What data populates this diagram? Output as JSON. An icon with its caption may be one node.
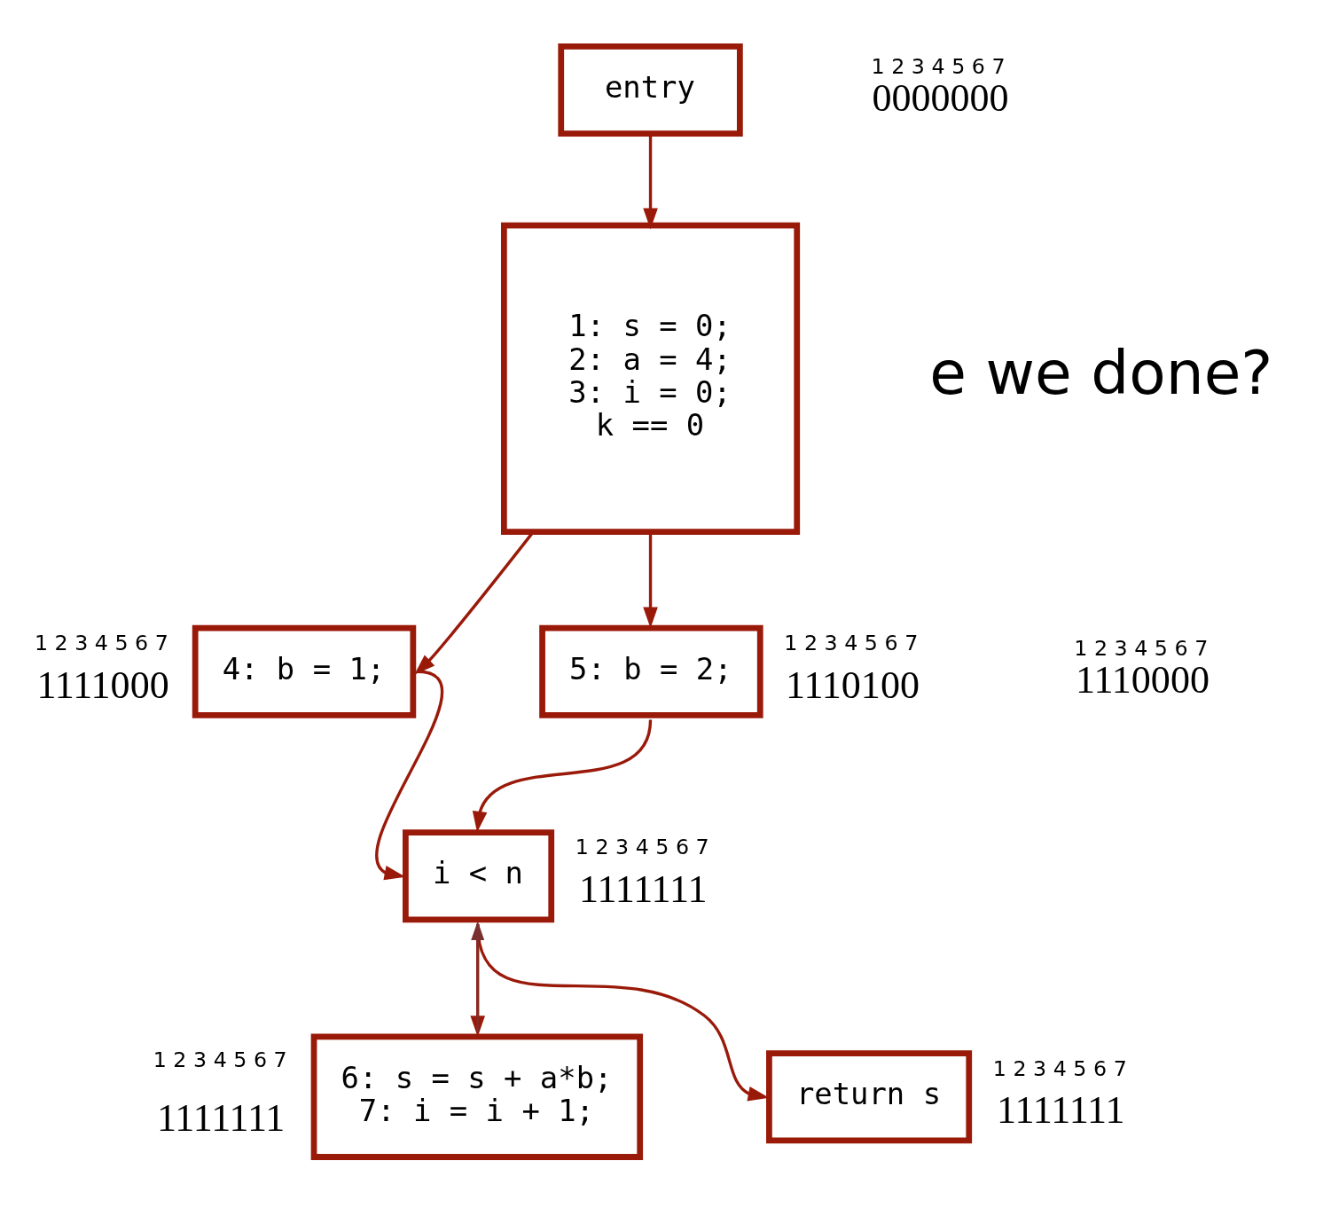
{
  "diagram": {
    "nodes": [
      {
        "text": [
          "entry"
        ]
      },
      {
        "text": [
          "1: s = 0;",
          "2: a = 4;",
          "3: i = 0;",
          "k == 0"
        ]
      },
      {
        "text": [
          "4: b = 1;"
        ],
        "beside": [
          "1 2 3 4 5 6 7",
          "1111000"
        ]
      },
      {
        "text": [
          "5: b = 2;"
        ],
        "beside": [
          "1 2 3 4 5 6 7",
          "1110100"
        ]
      },
      {
        "text": [
          "i < n"
        ],
        "beside": [
          "1 2 3 4 5 6 7",
          "1111111"
        ]
      },
      {
        "text": [
          "6: s = s + a*b;",
          "7: i = i + 1;"
        ],
        "beside": [
          "1 2 3 4 5 6 7",
          "1111111"
        ]
      },
      {
        "text": [
          "return s"
        ],
        "beside": [
          "1 2 3 4 5 6 7",
          "1111111"
        ]
      }
    ],
    "edges": [
      {
        "from": 0,
        "to": 1,
        "arrow": "to"
      },
      {
        "from": 1,
        "to": 2,
        "arrow": "to"
      },
      {
        "from": 1,
        "to": 3,
        "arrow": "to"
      },
      {
        "from": 2,
        "to": 4,
        "arrow": "to"
      },
      {
        "from": 3,
        "to": 4,
        "arrow": "to"
      },
      {
        "from": 4,
        "to": 5,
        "arrow": "to"
      },
      {
        "from": 4,
        "to": 6,
        "arrow": "to"
      },
      {
        "from": 5,
        "to": 4,
        "arrow": "to",
        "color": "#7a3030"
      }
    ],
    "labels": [
      "e we done?",
      "1 2 3 4 5 6 7",
      "0000000",
      "1 2 3 4 5 6 7",
      "1110000"
    ]
  }
}
